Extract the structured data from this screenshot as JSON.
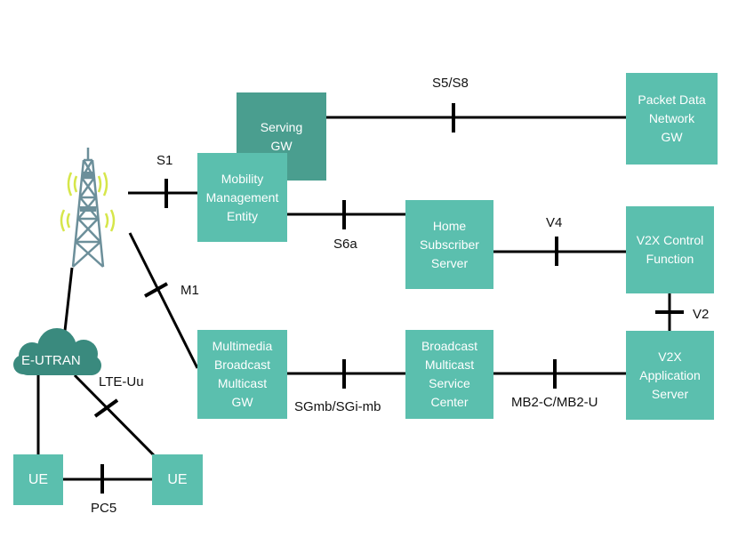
{
  "colors": {
    "node": "#5bbfae",
    "node_dark": "#4a9e8f",
    "cloud": "#3a8a7e",
    "line": "#000000",
    "tower": "#6c8f9a",
    "tower_accent": "#d6e64a"
  },
  "icons": [
    "cell-tower-icon",
    "cloud-icon"
  ],
  "nodes": {
    "serving_gw": "Serving\nGW",
    "pdn": "Packet Data\nNetwork\nGW",
    "mme": "Mobility\nManagement\nEntity",
    "hss": "Home\nSubscriber\nServer",
    "v2x_cf": "V2X Control\nFunction",
    "mbms_gw": "Multimedia\nBroadcast\nMulticast\nGW",
    "bmsc": "Broadcast\nMulticast\nService\nCenter",
    "v2x_as": "V2X\nApplication\nServer",
    "eutran": "E-UTRAN",
    "ue_left": "UE",
    "ue_right": "UE"
  },
  "interfaces": {
    "s5_s8": "S5/S8",
    "s1": "S1",
    "s6a": "S6a",
    "v4": "V4",
    "m1": "M1",
    "v2": "V2",
    "sgmb": "SGmb/SGi-mb",
    "mb2": "MB2-C/MB2-U",
    "lte_uu": "LTE-Uu",
    "pc5": "PC5"
  }
}
